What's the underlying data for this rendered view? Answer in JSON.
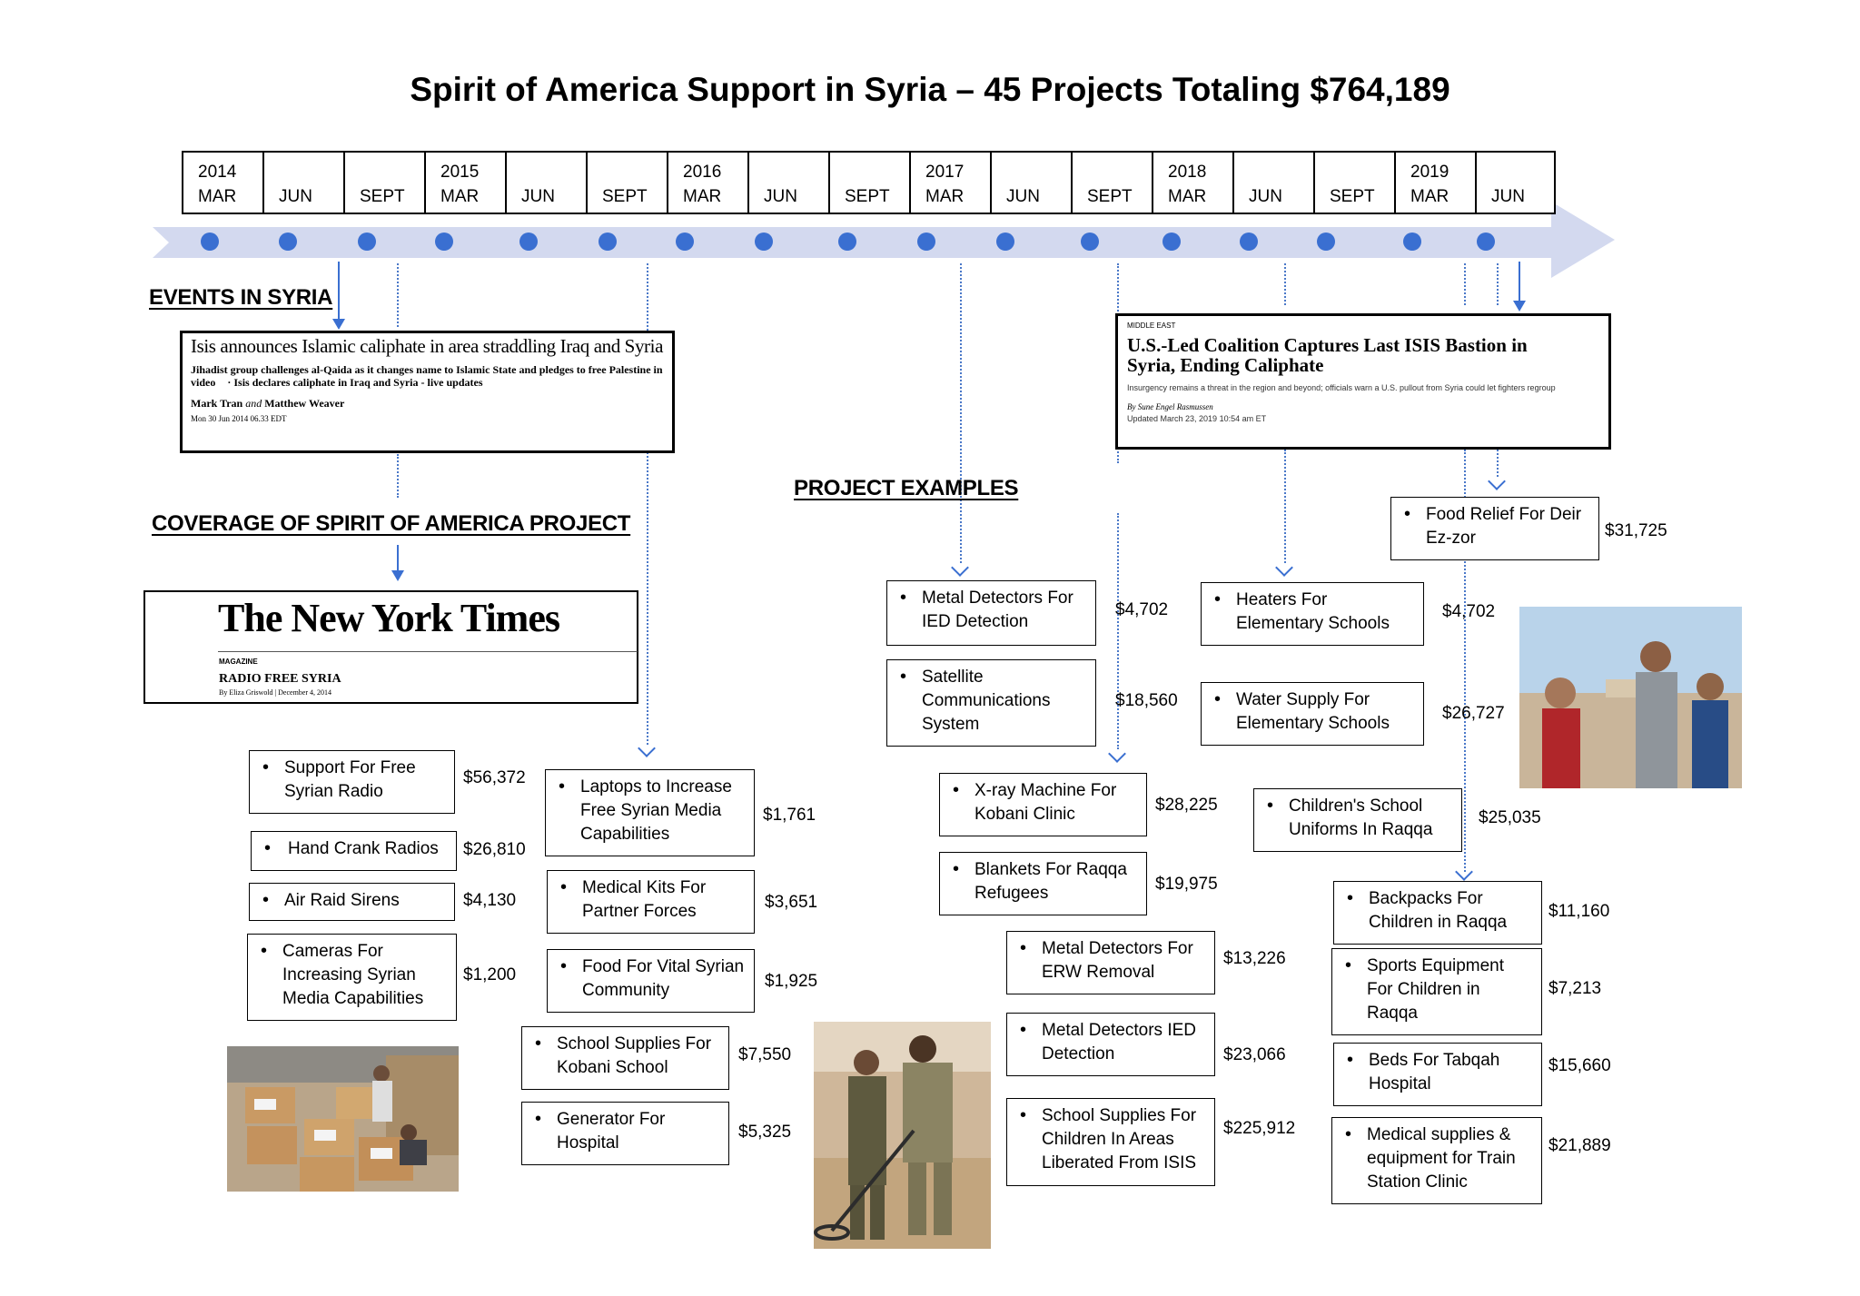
{
  "title": "Spirit of America Support in Syria – 45 Projects Totaling $764,189",
  "timeline": {
    "cells": [
      {
        "year": "2014",
        "month": "MAR"
      },
      {
        "year": "",
        "month": "JUN"
      },
      {
        "year": "",
        "month": "SEPT"
      },
      {
        "year": "2015",
        "month": "MAR"
      },
      {
        "year": "",
        "month": "JUN"
      },
      {
        "year": "",
        "month": "SEPT"
      },
      {
        "year": "2016",
        "month": "MAR"
      },
      {
        "year": "",
        "month": "JUN"
      },
      {
        "year": "",
        "month": "SEPT"
      },
      {
        "year": "2017",
        "month": "MAR"
      },
      {
        "year": "",
        "month": "JUN"
      },
      {
        "year": "",
        "month": "SEPT"
      },
      {
        "year": "2018",
        "month": "MAR"
      },
      {
        "year": "",
        "month": "JUN"
      },
      {
        "year": "",
        "month": "SEPT"
      },
      {
        "year": "2019",
        "month": "MAR"
      },
      {
        "year": "",
        "month": "JUN"
      }
    ]
  },
  "headings": {
    "events": "EVENTS IN SYRIA",
    "coverage": "COVERAGE OF SPIRIT OF AMERICA PROJECT",
    "projects": "PROJECT EXAMPLES"
  },
  "articles": {
    "guardian": {
      "headline": "Isis announces Islamic caliphate in area straddling Iraq and Syria",
      "standfirst": "Jihadist group challenges al-Qaida as it changes name to Islamic State and pledges to free Palestine in video",
      "related": "Isis declares caliphate in Iraq and Syria - live updates",
      "author1": "Mark Tran",
      "author_and": "and",
      "author2": "Matthew Weaver",
      "date": "Mon 30 Jun 2014 06.33 EDT"
    },
    "wsj": {
      "section": "MIDDLE EAST",
      "headline": "U.S.-Led Coalition Captures Last ISIS Bastion in Syria, Ending Caliphate",
      "deck": "Insurgency remains a threat in the region and beyond; officials warn a U.S. pullout from Syria could let fighters regroup",
      "byline": "By Sune Engel Rasmussen",
      "updated": "Updated March 23, 2019 10:54 am ET"
    },
    "nyt": {
      "masthead": "The New York Times",
      "section": "MAGAZINE",
      "headline": "RADIO FREE SYRIA",
      "byline": "By Eliza Griswold | December 4, 2014"
    }
  },
  "projects": {
    "col1": [
      {
        "label": "Support For Free Syrian Radio",
        "amount": "$56,372"
      },
      {
        "label": "Hand Crank Radios",
        "amount": "$26,810"
      },
      {
        "label": "Air Raid Sirens",
        "amount": "$4,130"
      },
      {
        "label": "Cameras For Increasing Syrian Media Capabilities",
        "amount": "$1,200"
      }
    ],
    "col2": [
      {
        "label": "Laptops to Increase Free Syrian Media Capabilities",
        "amount": "$1,761"
      },
      {
        "label": "Medical Kits For Partner Forces",
        "amount": "$3,651"
      },
      {
        "label": "Food For Vital Syrian Community",
        "amount": "$1,925"
      },
      {
        "label": "School Supplies For Kobani School",
        "amount": "$7,550"
      },
      {
        "label": "Generator For Hospital",
        "amount": "$5,325"
      }
    ],
    "col3": [
      {
        "label": "Metal Detectors For IED Detection",
        "amount": "$4,702"
      },
      {
        "label": "Satellite Communications System",
        "amount": "$18,560"
      }
    ],
    "col4": [
      {
        "label": "X-ray Machine For Kobani Clinic",
        "amount": "$28,225"
      },
      {
        "label": "Blankets For Raqqa Refugees",
        "amount": "$19,975"
      }
    ],
    "col5": [
      {
        "label": "Metal Detectors For ERW Removal",
        "amount": "$13,226"
      },
      {
        "label": "Metal Detectors IED Detection",
        "amount": "$23,066"
      },
      {
        "label": "School Supplies For Children In Areas Liberated From ISIS",
        "amount": "$225,912"
      }
    ],
    "col6": [
      {
        "label": "Heaters For Elementary Schools",
        "amount": "$4,702"
      },
      {
        "label": "Water Supply For Elementary Schools",
        "amount": "$26,727"
      },
      {
        "label": "Children's School Uniforms In Raqqa",
        "amount": "$25,035"
      }
    ],
    "col7": [
      {
        "label": "Food Relief For Deir Ez-zor",
        "amount": "$31,725"
      },
      {
        "label": "Backpacks For Children in Raqqa",
        "amount": "$11,160"
      },
      {
        "label": "Sports Equipment For Children in Raqqa",
        "amount": "$7,213"
      },
      {
        "label": "Beds For Tabqah Hospital",
        "amount": "$15,660"
      },
      {
        "label": "Medical supplies & equipment for Train  Station Clinic",
        "amount": "$21,889"
      }
    ]
  },
  "colors": {
    "accent": "#3a6fd1",
    "band": "#d3d9ef"
  }
}
